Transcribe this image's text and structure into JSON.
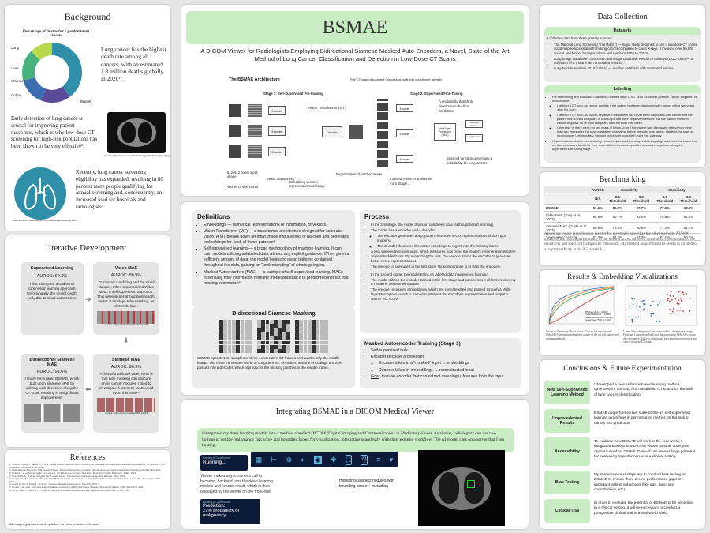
{
  "title": {
    "name": "BSMAE",
    "subtitle": "A DICOM Viewer for Radiologists Employing Bidirectional Siamese Masked Auto-Encoders, a Novel, State-of-the-Art Method of Lung Cancer Classification and Detection in Low-Dose CT Scans"
  },
  "background": {
    "title": "Background",
    "chart_title": "Percentage of deaths for 5 predominant cancers",
    "chart_labels": [
      "Lung",
      "Liver",
      "Stomach",
      "Colon",
      "Breast"
    ],
    "text1": "Lung cancer has the highest death rate among all cancers, with an estimated 1.8 million deaths globally in 2020¹.",
    "text2": "Early detection of lung cancer is crucial for improving patient outcomes, which is why low-dose CT screening for high-risk populations has been shown to be very effective².",
    "text3": "Recently, lung cancer screening eligibility has expanded, resulting in 80 percent more people qualifying for annual screening and, consequently, an increased load for hospitals and radiologists³.",
    "source1": "Source: https://commons.wikimedia.org/wiki/File:Lungs_CT.jpg",
    "source2": "Source: https://medicalxpress.com/news/lung-screening.html"
  },
  "architecture": {
    "title": "The BSMAE Architecture",
    "stage1": "Stage 1: Self-Supervised Pre-training",
    "stage2": "Stage 2: Supervised Fine-Tuning",
    "ann_fullct": "Full CT scan of a patient (unmasked, split into constituent frames)",
    "ann_vit": "Vision Transformer (ViT)",
    "ann_prob": "A probability threshold determines the final prediction",
    "ann_input": "512x512 pixels input image",
    "ann_patches": "Patches of size 16x16",
    "ann_vt": "Vision Transformer",
    "ann_embed": "Embedding vectors; representations of image",
    "ann_regen": "Regeneration of patched image",
    "ann_sigmoid": "Sigmoid function generates a probability for lung cancer",
    "ann_trained": "Trained Vision Transformer from Stage 1",
    "encoder": "Encoder",
    "decoder": "Decoder",
    "mlp": "Multi-layer Perceptron (MLP)",
    "no_cancer": "No Lung Cancer",
    "cancer": "Lung Cancer"
  },
  "iterative": {
    "title": "Iterative Development",
    "supervised": {
      "title": "Supervised Learning",
      "auroc": "AUROC: 62.3%",
      "text": "I first attempted a traditional supervised learning approach. Unfortunately, the model overfit early due to small dataset size."
    },
    "vmae": {
      "title": "Video MAE",
      "auroc": "AUROC: 88.9%",
      "text": "To combat overfitting and the small dataset, I then implemented Video MAE, a self-supervised approach. This network performed significantly better. It employs tube masking, as shown below⁵.",
      "source": "Source: https://arxiv.org/abs/2203.12602"
    },
    "bidir": {
      "title": "Bidirectional Siamese MAE",
      "auroc": "AUROC: 91.6%",
      "text": "I finally formulated BSMAE, which built upon Siamese MAE by utilizing both directions along the CT scan, resulting in a significant improvement."
    },
    "siamese": {
      "title": "Siamese MAE",
      "auroc": "AUROC: 86.9%",
      "text": "A flow of traditional Video MAE is that tube masking can obscure entire cancer nodules. I tried to investigate if Siamese MAE could avoid this issue⁶.",
      "source": "Source: https://arxiv.org/abs/2305.14344"
    }
  },
  "references": {
    "title": "References",
    "items": [
      "1. Sung H., Ferlay J., Siegel R.L., et al. Global Cancer Statistics 2020: GLOBOCAN Estimates of Incidence and Mortality Worldwide for 36 Cancers in 185 Countries. CA Cancer J Clin. 2021.",
      "2. National Lung Screening Trial Research Team. Reduced lung-cancer mortality with low-dose computed tomographic screening. N Engl J Med. 2011.",
      "3. Krist A.H., et al. Screening for Lung Cancer: US Preventive Services Task Force Recommendation Statement. JAMA. 2021.",
      "4. Dosovitskiy A., et al. An Image is Worth 16x16 Words: Transformers for Image Recognition at Scale. ICLR. 2021.",
      "5. Tong Z., Song Y., Wang J., Wang L. VideoMAE: Masked Autoencoders are Data-Efficient Learners for Self-Supervised Video Pre-Training. NeurIPS. 2022.",
      "6. Gupta A., Wu J., Deng J., Fei-Fei L. Siamese Masked Autoencoders. NeurIPS. 2023.",
      "7. Armato S.G., et al. The Lung Image Database Consortium (LIDC) and Image Database Resource Initiative (IDRI). Med Phys. 2011.",
      "8. He K., Chen X., Xie S., Li Y., Dollár P., Girshick R. Masked Autoencoders Are Scalable Vision Learners. CVPR. 2022."
    ],
    "footer": "All images/graphs created by Aiden Yun unless stated otherwise"
  },
  "definitions": {
    "title": "Definitions",
    "items": [
      "Embeddings — numerical representations of information, or vectors.",
      "Vision Transformer (ViT) — a transformer architecture designed for computer vision. A ViT breaks down an input image into a series of patches and generates embeddings for each of these patches⁴.",
      "Self-supervised learning — a broad methodology of machine learning. It can train models utilizing unlabeled data without any explicit guidance. When given a sufficient amount of data, the model begins to glean patterns contained throughout the data, gaining an \"understanding\" of what's going on.",
      "Masked Autoencoders (MAE) — a subtype of self-supervised learning. MAEs essentially hide information from the model and task it to predict/reconstruct that missing information⁸."
    ]
  },
  "process": {
    "title": "Process",
    "items": [
      "In the first stage, the model trains on unlabeled data (self-supervised learning).",
      "The model has a encoder and a decoder.",
      "The encoder generates deep, pattern-intensive vector representations of the input image(s)",
      "The decoder then uses the vector encodings to regenerate the missing frame.",
      "A loss value is then computed, which measures how close the model's regeneration is to the original middle frame. By minimizing the loss, the decoder trains the encoder to generate better vector representations.",
      "The decoder is only used in the first stage (its sole purpose is to train the encoder).",
      "In the second stage, the model trains on labeled data (supervised learning).",
      "The model utilizes the encoder trained in the first stage and passes into it all frames of every CT scan in the labeled dataset.",
      "The encoder produces embeddings, which are concatenated and passed through a Multi-layer Perceptron, which is trained to interpret the encoder's representation and output a cancer risk score."
    ]
  },
  "masking": {
    "title": "Bidirectional Siamese Masking",
    "text": "BSMAE operates on samples of three consecutive CT frames and masks only the middle image. The three frames are fed in to congruent ViT encoders, and the encodings are then passed into a decoder, which reproduces the missing patches in the middle frame."
  },
  "mae_training": {
    "title": "Masked Autoencoder Training (Stage 1)",
    "items": [
      "Self-supervised task",
      "Encoder-decoder architecture",
      "Encoder takes in a \"masked\" input → embeddings",
      "Decoder takes in embeddings → reconstructed input"
    ],
    "goal_label": "Goal",
    "goal": ": train an encoder that can extract meaningful features from the input"
  },
  "dicom": {
    "title": "Integrating BSMAE in a DICOM Medical Viewer",
    "text": "I integrated my deep learning models into a medical standard DICOM (Digital Imaging and Communications in Medicine) viewer. As shown, radiologists can use two buttons to get the malignancy risk score and bounding boxes for visualization, integrating seamlessly with their existing workflow. The AI model runs on a server that I am hosting.",
    "running_label": "Running AI Classification",
    "running_value": "Running...",
    "ann_async": "Viewer makes asynchronous call to backend; backend runs the deep learning models and returns result, which is then displayed by the viewer on the front-end.",
    "ann_highlight": "Highlights suspect nodules with bounding boxes + metadata",
    "pred_label": "Running AI Classification",
    "pred_title": "Prediction:",
    "pred_value": "21% probability of malignancy"
  },
  "data_collection": {
    "title": "Data Collection",
    "datasets_title": "Datasets",
    "datasets_intro": "I collected data from three primary sources:",
    "datasets": [
      "The National Lung Screening Trial (NLST) — major study designed to see if low-dose CT scans could help reduce deaths from lung cancer compared to chest X-rays. It involved over 50,000 current and former heavy smokers and ran from 2002 to 2010⁸.",
      "Lung Image Database Consortium and Image Database Resource Initiative (LIDC-IDRI) — a collection of CT scans with annotated lesions⁸.",
      "Lung Nodule Analysis 2016 (LUNA) — another database with annotated lesions⁸."
    ],
    "labeling_title": "Labeling",
    "labeling": [
      "For the training and evaluation datasets, I labeled each LDCT scan as cancer-positive, cancer-negative, or inconclusive:",
      "I labeled a CT scan as cancer-positive if the patient had been diagnosed with cancer within two years after the scan.",
      "I labeled a CT scan as cancer-negative if the patient had never been diagnosed with cancer and the patient had at least two years of follow-ups that were negative to ensure that the patient remained cancer-negative for at least two years after the scan was taken.",
      "Otherwise (if there were not two years of follow-up or if the patient was diagnosed with cancer more than two years after the scan was taken or anytime before the scan was taken), I labeled the scan as inconclusive. Unfortunately, the vast majority of scans fell under this category.",
      "I used the inconclusive scans during the self-supervised learning pretraining stage and used the scans that we had conclusive labels for (i.e., were labeled as cancer-positive or cancer-negative) during the supervised fine-tuning stage."
    ]
  },
  "benchmarking": {
    "title": "Benchmarking",
    "head1": [
      "",
      "AUROC",
      "Sensitivity",
      "",
      "Specificity",
      ""
    ],
    "head2": [
      "",
      "N/A",
      "0.5 Threshold",
      "0.3 Threshold",
      "0.5 Threshold",
      "0.3 Threshold"
    ],
    "rows": [
      [
        "BSMAE",
        "91.6%",
        "85.2%",
        "97.7%",
        "77.6%",
        "63.0%"
      ],
      [
        "Video MAE (Tong et al., 2022)",
        "88.9%",
        "80.7%",
        "92.0%",
        "78.8%",
        "62.2%"
      ],
      [
        "Siamese MAE (Gupta et al., 2023)",
        "86.9%",
        "79.5%",
        "90.9%",
        "77.2%",
        "61.7%"
      ],
      [
        "Supervised Learning",
        "62.3%",
        "64.2%",
        "57.3%",
        "63.1%",
        "60.1%"
      ]
    ],
    "text": "Above are binary classification metrics for my model as well as the other methods. AUROC measures the overall performance of the models across different thresholds. I also measured the sensitivity and specificity at specific thresholds. My method outperforms the others in all metrics except specificity at the 0.5 threshold."
  },
  "results": {
    "title": "Results & Embedding Visualizations",
    "cap1": "Receiver Operating Characteristic Curves for my method (BSMAE) benchmarked against a state of the art self-supervised training methods.",
    "cap2": "Latent Space diagrams (downsampled to 2 dimensions using Principal Component Analysis) demonstrating BSMAE's strong discriminative ability to distinguish between cancer-negative and cancer-positive CT scans.",
    "legend": [
      "BSMAE (AUC = 0.916)",
      "VideoMAE (AUC = 0.889)",
      "SiameseMAE (AUC = 0.869)",
      "Supervised (AUC = 0.623)"
    ]
  },
  "conclusions": {
    "title": "Conclusions & Future Experimentation",
    "rows": [
      {
        "label": "New Self-Supervised Learning Method",
        "text": "I developed a new self-supervised learning method optimized for learning from unlabeled CT scans for the task of lung cancer classification."
      },
      {
        "label": "Unprecedented Results",
        "text": "BSMAE outperformed two state-of-the-art self-supervised learning algorithms in performance metrics on the task of cancer risk prediction."
      },
      {
        "label": "Accessibility",
        "text": "To evaluate how BSMAE will work in the real world, I integrated BSMAE in a DICOM Viewer, and all code was open-sourced on GitHub. Ease-of-use means huge potential for evaluating its performance in a clinical setting."
      },
      {
        "label": "Bias Testing",
        "text": "My immediate next steps are to conduct bias testing on BSMAE to ensure there are no performance gaps in important patient subgroups (like age, race, sex, comorbidities, etc)."
      },
      {
        "label": "Clinical Trial",
        "text": "In order to evaluate the potential of BSMAE to be beneficial in a clinical setting, it will be necessary to conduct a prospective clinical trial in a real-world clinic."
      }
    ]
  },
  "colors": {
    "green": "#c9ecc4",
    "teal": "#2f8fa8",
    "lightgray": "#e4e4e4"
  }
}
